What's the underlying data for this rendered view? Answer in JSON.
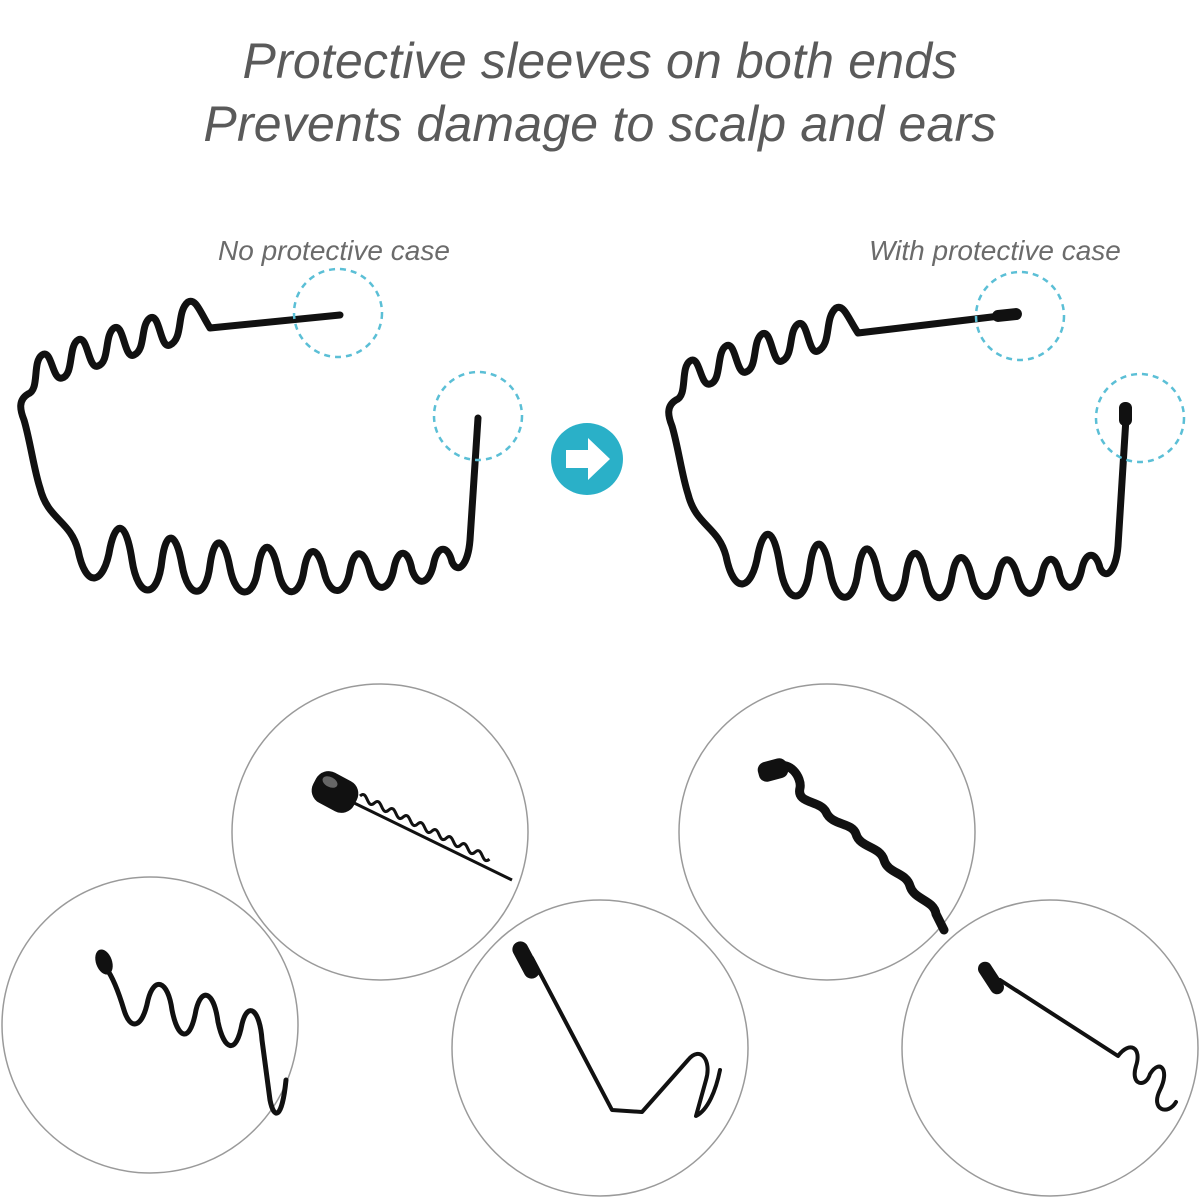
{
  "headline": {
    "line1": "Protective sleeves on both ends",
    "line2": "Prevents damage to scalp and ears"
  },
  "comparison": {
    "left_caption": "No protective case",
    "right_caption": "With protective case",
    "arrow_icon": "arrow-right-icon"
  },
  "colors": {
    "text": "#5a5a5a",
    "accent": "#2ab0c8",
    "wire": "#111111",
    "circle_border": "#9a9a9a"
  },
  "detail_views": [
    {
      "icon": "spring-tip-closeup-icon"
    },
    {
      "icon": "wavy-tip-closeup-icon"
    },
    {
      "icon": "spiral-tip-closeup-icon"
    },
    {
      "icon": "straight-tip-closeup-icon"
    },
    {
      "icon": "capped-wave-closeup-icon"
    }
  ]
}
